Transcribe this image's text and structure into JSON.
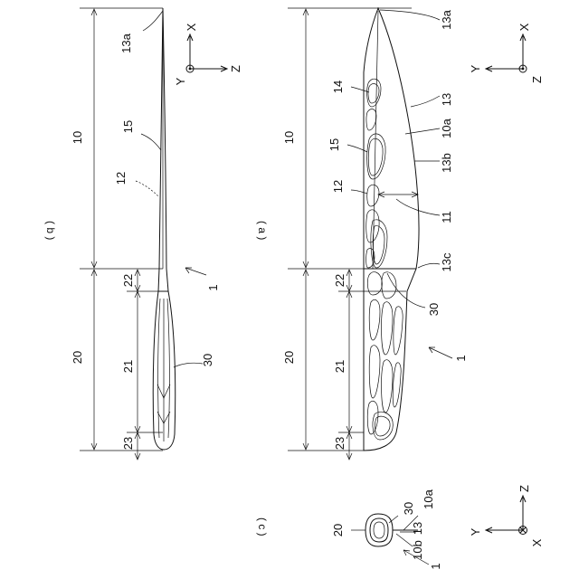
{
  "figure": {
    "views": {
      "b": {
        "caption": "( b )"
      },
      "a": {
        "caption": "( a )"
      },
      "c": {
        "caption": "( c )"
      }
    },
    "labels": {
      "l_13a": "13a",
      "l_15": "15",
      "l_12": "12",
      "l_14": "14",
      "l_13": "13",
      "l_10a": "10a",
      "l_13b": "13b",
      "l_11": "11",
      "l_13c": "13c",
      "l_30": "30",
      "l_1": "1",
      "l_10": "10",
      "l_20": "20",
      "l_21": "21",
      "l_22": "22",
      "l_23": "23",
      "l_10b": "10b"
    },
    "axes": {
      "X": "X",
      "Y": "Y",
      "Z": "Z"
    }
  }
}
